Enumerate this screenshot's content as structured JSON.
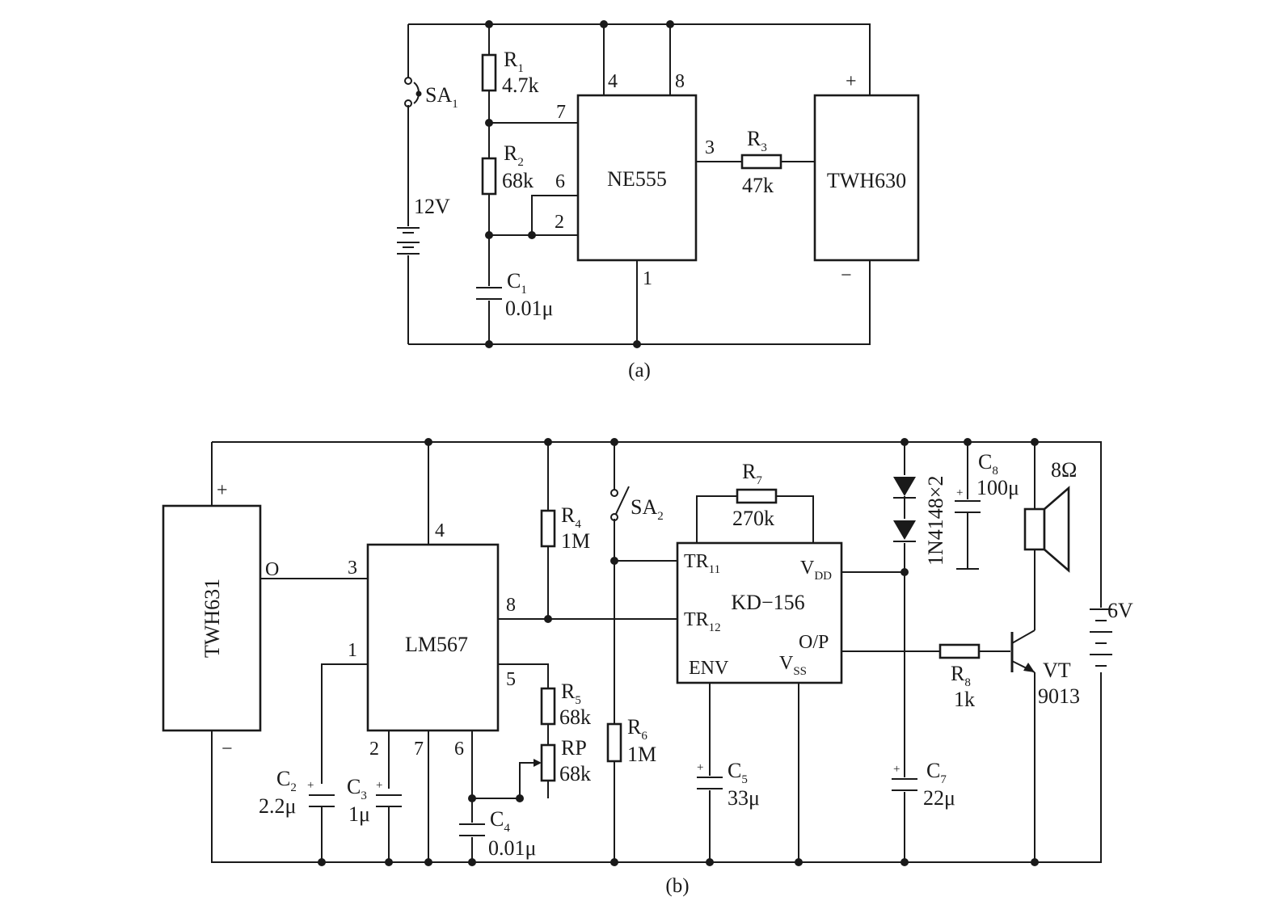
{
  "circuit_a": {
    "caption": "(a)",
    "ic": {
      "name": "NE555",
      "pins": {
        "p4": "4",
        "p8": "8",
        "p7": "7",
        "p6": "6",
        "p2": "2",
        "p3": "3",
        "p1": "1"
      }
    },
    "module": {
      "name": "TWH630",
      "plus": "+",
      "minus": "−"
    },
    "switch": {
      "main": "SA",
      "sub": "1"
    },
    "battery": {
      "value": "12V"
    },
    "r1": {
      "main": "R",
      "sub": "1",
      "value": "4.7k"
    },
    "r2": {
      "main": "R",
      "sub": "2",
      "value": "68k"
    },
    "r3": {
      "main": "R",
      "sub": "3",
      "value": "47k"
    },
    "c1": {
      "main": "C",
      "sub": "1",
      "value": "0.01μ"
    }
  },
  "circuit_b": {
    "caption": "(b)",
    "module": {
      "name": "TWH631",
      "plus": "+",
      "minus": "−",
      "out": "O"
    },
    "ic1": {
      "name": "LM567",
      "pins": {
        "p4": "4",
        "p3": "3",
        "p8": "8",
        "p1": "1",
        "p5": "5",
        "p2": "2",
        "p7": "7",
        "p6": "6"
      }
    },
    "ic2": {
      "name": "KD−156",
      "tr11": {
        "main": "TR",
        "sub": "11"
      },
      "tr12": {
        "main": "TR",
        "sub": "12"
      },
      "vdd": {
        "main": "V",
        "sub": "DD"
      },
      "vss": {
        "main": "V",
        "sub": "SS"
      },
      "op": "O/P",
      "env": "ENV"
    },
    "switch": {
      "main": "SA",
      "sub": "2"
    },
    "r4": {
      "main": "R",
      "sub": "4",
      "value": "1M"
    },
    "r5": {
      "main": "R",
      "sub": "5",
      "value": "68k"
    },
    "rp": {
      "main": "RP",
      "value": "68k"
    },
    "r6": {
      "main": "R",
      "sub": "6",
      "value": "1M"
    },
    "r7": {
      "main": "R",
      "sub": "7",
      "value": "270k"
    },
    "r8": {
      "main": "R",
      "sub": "8",
      "value": "1k"
    },
    "c2": {
      "main": "C",
      "sub": "2",
      "value": "2.2μ"
    },
    "c3": {
      "main": "C",
      "sub": "3",
      "value": "1μ"
    },
    "c4": {
      "main": "C",
      "sub": "4",
      "value": "0.01μ"
    },
    "c5": {
      "main": "C",
      "sub": "5",
      "value": "33μ"
    },
    "c7": {
      "main": "C",
      "sub": "7",
      "value": "22μ"
    },
    "c8": {
      "main": "C",
      "sub": "8",
      "value": "100μ"
    },
    "diodes": {
      "label": "1N4148×2"
    },
    "speaker": {
      "value": "8Ω"
    },
    "battery": {
      "value": "6V"
    },
    "transistor": {
      "name": "VT",
      "model": "9013"
    },
    "cap_plus": "+"
  }
}
